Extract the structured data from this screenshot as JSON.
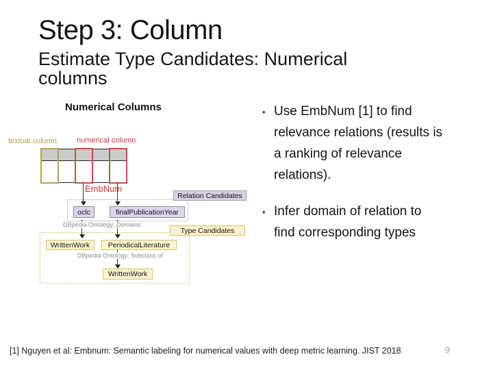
{
  "slide": {
    "title": "Step 3: Column",
    "subtitle": "Estimate Type Candidates: Numerical\ncolumns",
    "bullet_glyph": "•",
    "bullets": [
      "Use EmbNum [1] to find\nrelevance relations (results is\na ranking of relevance\nrelations).",
      "Infer domain of relation to\nfind corresponding types"
    ],
    "footer": "[1] Nguyen et al: Embnum: Semantic labeling for numerical values with deep metric learning. JIST 2018",
    "page_number": "9"
  },
  "diagram": {
    "heading": "Numerical Columns",
    "labels": {
      "textual_column": "textual column",
      "numerical_column": "numerical column",
      "embnum": "EmbNum",
      "relation_candidates": "Relation Candidates",
      "type_candidates": "Type Candidates",
      "domains_note": "DBpedia Ontology: Domains",
      "subclass_note": "DBpedia Ontology: Subclass of"
    },
    "relation_boxes": [
      "oclc",
      "finalPublicationYear"
    ],
    "type_boxes": [
      "WrittenWork",
      "PeriodicalLiterature"
    ],
    "inferred_type": "WrittenWork",
    "colors": {
      "textual_label": "#b3a04f",
      "numerical_label": "#cf3a3a",
      "embnum_label": "#c63b31",
      "table_header": "#cbcbcb",
      "relation_fill": "#ded4eb",
      "type_fill": "#fcf3d0",
      "note_gray": "#8c8c8c"
    }
  }
}
